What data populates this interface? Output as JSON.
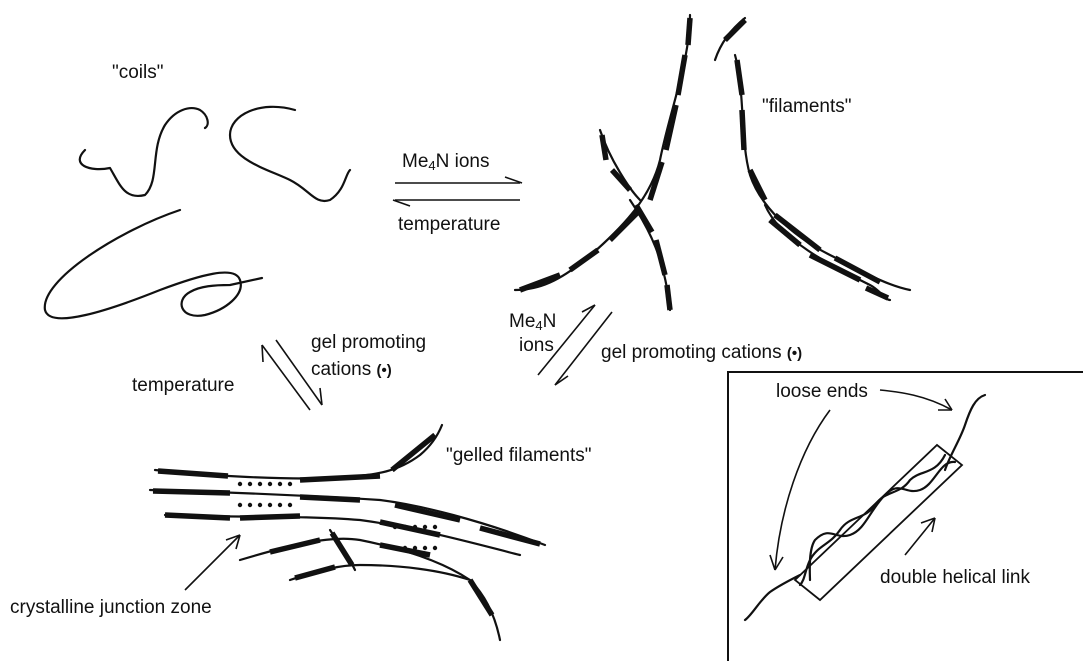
{
  "labels": {
    "coils": "\"coils\"",
    "filaments": "\"filaments\"",
    "gelled_filaments": "\"gelled filaments\"",
    "me4n_prefix": "Me",
    "me4n_sub": "4",
    "me4n_suffix": "N ions",
    "me4n_suffix_short": "N",
    "ions": "ions",
    "temperature_top": "temperature",
    "temperature_left": "temperature",
    "gel_promoting": "gel promoting",
    "cations": "cations",
    "cations_symbol": "(•)",
    "gel_promoting_cations": "gel promoting cations",
    "gel_promoting_cations_symbol": "(•)",
    "crystalline_junction_zone": "crystalline junction zone",
    "loose_ends": "loose ends",
    "double_helical_link": "double helical link"
  },
  "colors": {
    "ink": "#111111",
    "background": "#ffffff"
  }
}
